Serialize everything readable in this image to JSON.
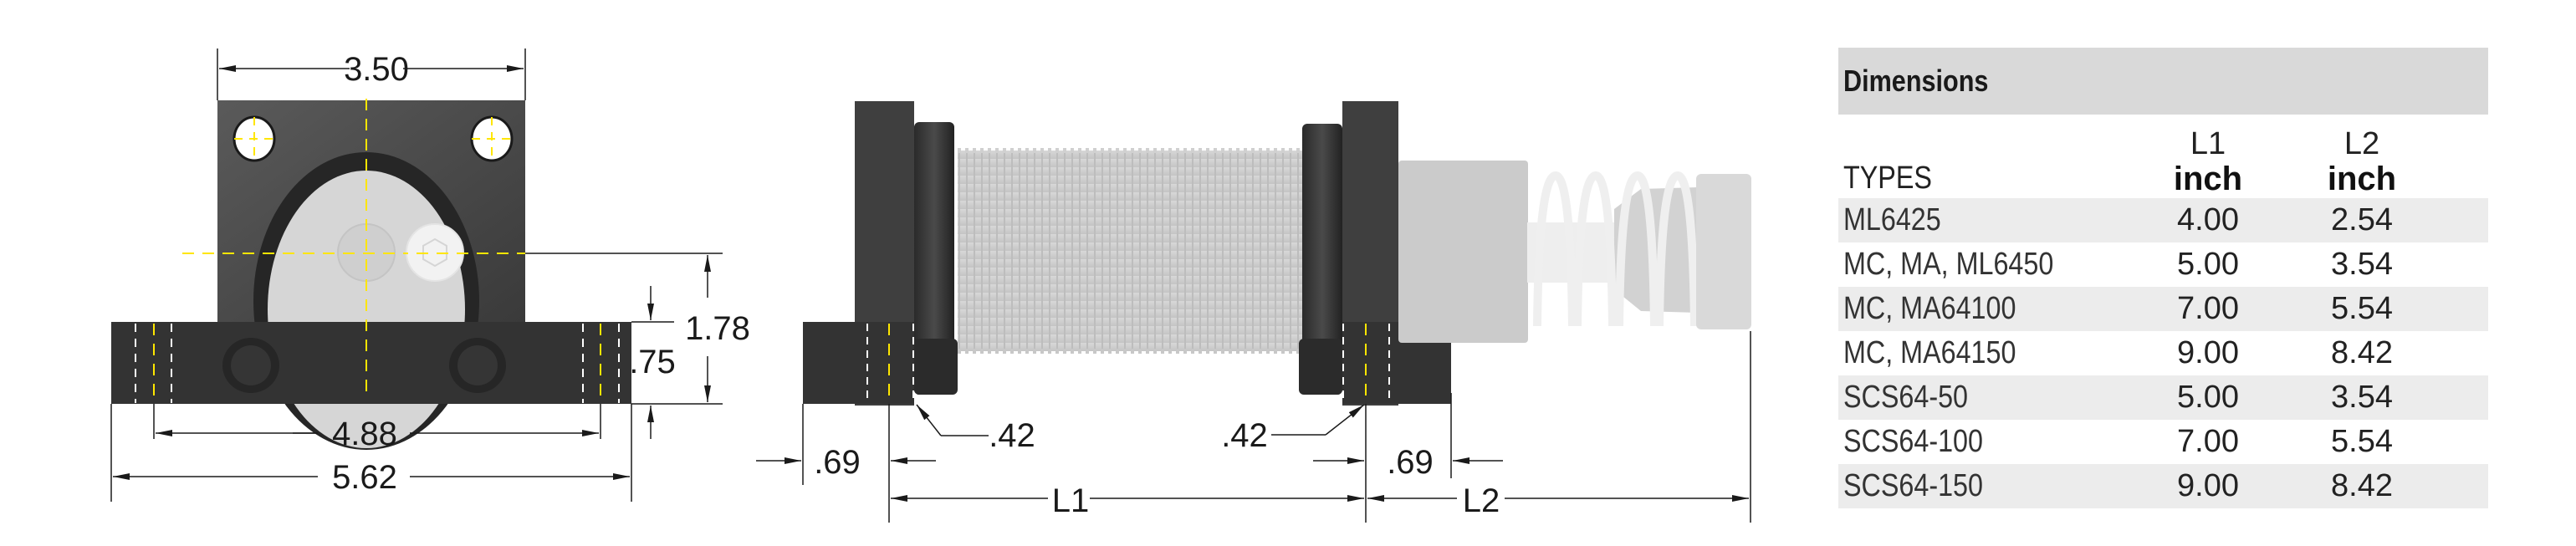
{
  "front_view": {
    "dim_width_top": "3.50",
    "dim_hole_spacing": "4.88",
    "dim_base_width": "5.62",
    "dim_overall_height": "1.78",
    "dim_base_height": ".75"
  },
  "side_view": {
    "dim_left_offset": ".42",
    "dim_right_offset": ".42",
    "dim_left_base": ".69",
    "dim_right_base": ".69",
    "dim_L1": "L1",
    "dim_L2": "L2"
  },
  "colors": {
    "body_dark": "#333333",
    "thread_gray": "#cfcfcf",
    "centerline_yellow": "#ffe600",
    "header_bg": "#d9d9d9",
    "row_shade": "#ececec"
  },
  "table": {
    "title": "Dimensions",
    "types_label": "TYPES",
    "columns": [
      {
        "name": "L1",
        "unit": "inch"
      },
      {
        "name": "L2",
        "unit": "inch"
      }
    ],
    "rows": [
      {
        "type": "ML6425",
        "l1": "4.00",
        "l2": "2.54"
      },
      {
        "type": "MC, MA, ML6450",
        "l1": "5.00",
        "l2": "3.54"
      },
      {
        "type": "MC, MA64100",
        "l1": "7.00",
        "l2": "5.54"
      },
      {
        "type": "MC, MA64150",
        "l1": "9.00",
        "l2": "8.42"
      },
      {
        "type": "SCS64-50",
        "l1": "5.00",
        "l2": "3.54"
      },
      {
        "type": "SCS64-100",
        "l1": "7.00",
        "l2": "5.54"
      },
      {
        "type": "SCS64-150",
        "l1": "9.00",
        "l2": "8.42"
      }
    ]
  }
}
